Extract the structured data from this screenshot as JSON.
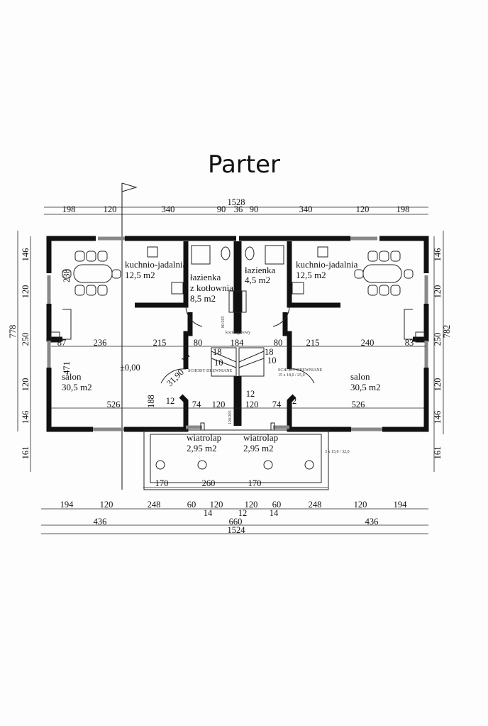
{
  "title": "Parter",
  "rooms": {
    "kitchen_left": {
      "name": "kuchnio-jadalnia",
      "area": "12,5 m2"
    },
    "bath_left": {
      "name": "łazienka",
      "name2": "z kotłownia",
      "area": "8,5 m2"
    },
    "bath_right": {
      "name": "łazienka",
      "area": "4,5 m2"
    },
    "kitchen_right": {
      "name": "kuchnio-jadalnia",
      "area": "12,5 m2"
    },
    "salon_left": {
      "name": "salon",
      "area": "30,5 m2"
    },
    "salon_right": {
      "name": "salon",
      "area": "30,5 m2"
    },
    "vestibule_left": {
      "name": "wiatrolap",
      "area": "2,95 m2"
    },
    "vestibule_right": {
      "name": "wiatrolap",
      "area": "2,95 m2"
    }
  },
  "annotations": {
    "level": "±0,00",
    "roof": "31,90",
    "roof_dim": "14",
    "boiler": "kocioł gazowy",
    "stairs_left": "SCHODY DREWNIANE",
    "stairs_right": "SCHODY DREWNIANE",
    "stairs_spec": "15 x 18,0 / 25,0",
    "porch_steps": "3 x 15,0 / 32,0",
    "door_80": "80/205",
    "door_120": "120/205",
    "dim_238": "238",
    "dim_471": "471",
    "dim_188": "188",
    "steps_18": "18",
    "steps_10": "10"
  },
  "dimensions": {
    "top_total": "1528",
    "top_row": [
      "198",
      "120",
      "340",
      "90",
      "36",
      "90",
      "340",
      "120",
      "198"
    ],
    "left_total": "778",
    "left_col": [
      "146",
      "120",
      "250",
      "120",
      "146",
      "161"
    ],
    "right_total": "782",
    "right_col": [
      "146",
      "120",
      "250",
      "120",
      "146",
      "161"
    ],
    "mid_row": [
      "87",
      "236",
      "215",
      "80",
      "184",
      "80",
      "215",
      "240",
      "83"
    ],
    "lower_row": [
      "12",
      "526",
      "74",
      "120",
      "120",
      "74",
      "12",
      "526",
      "12"
    ],
    "porch_row": [
      "170",
      "260",
      "170"
    ],
    "bottom_row": [
      "194",
      "120",
      "248",
      "60",
      "120",
      "120",
      "60",
      "248",
      "120",
      "194"
    ],
    "bottom_small": [
      "14",
      "12",
      "14"
    ],
    "bottom_mid": [
      "436",
      "660",
      "436"
    ],
    "bottom_total": "1524"
  }
}
